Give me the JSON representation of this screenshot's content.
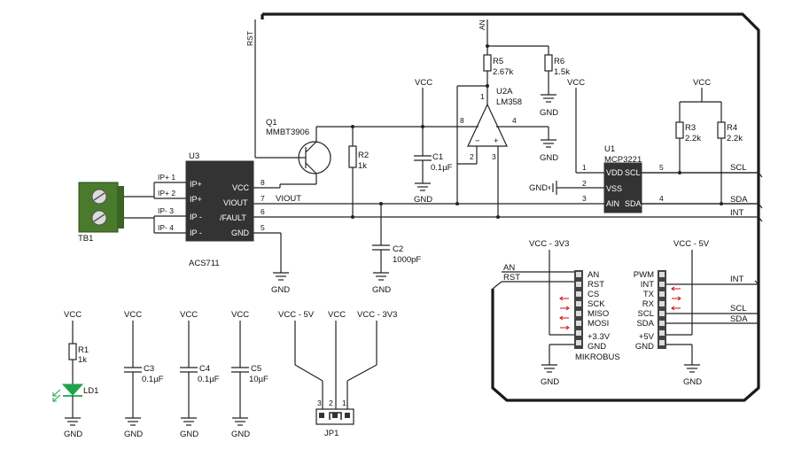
{
  "labels": {
    "rst_top": "RST",
    "an_top": "AN",
    "q1_name": "Q1",
    "q1_part": "MMBT3906",
    "u3_name": "U3",
    "u3_part": "ACS711",
    "u3_pins_left": [
      "IP+",
      "IP+",
      "IP -",
      "IP -"
    ],
    "u3_pins_right": [
      "VCC",
      "VIOUT",
      "/FAULT",
      "GND"
    ],
    "u3_pinnums_left": [
      "1",
      "2",
      "3",
      "4"
    ],
    "u3_pinnums_right": [
      "8",
      "7",
      "6",
      "5"
    ],
    "net_ip1": "IP+ 1",
    "net_ip2": "IP+ 2",
    "net_ip3": "IP- 3",
    "net_ip4": "IP- 4",
    "viout": "VIOUT",
    "tb1": "TB1",
    "r2": "R2",
    "r2_val": "1k",
    "c1": "C1",
    "c1_val": "0.1µF",
    "c2": "C2",
    "c2_val": "1000pF",
    "r5": "R5",
    "r5_val": "2.67k",
    "r6": "R6",
    "r6_val": "1.5k",
    "u2a": "U2A",
    "u2a_part": "LM358",
    "op_pin8": "8",
    "op_pin4": "4",
    "op_pin1": "1",
    "op_pin2": "2",
    "op_pin3": "3",
    "u1_name": "U1",
    "u1_part": "MCP3221",
    "u1_pins_left": [
      "VDD",
      "VSS",
      "AIN"
    ],
    "u1_pins_right": [
      "SCL",
      "SDA"
    ],
    "u1_pinnums_left": [
      "1",
      "2",
      "3"
    ],
    "u1_pinnums_right": [
      "5",
      "4"
    ],
    "r3": "R3",
    "r3_val": "2.2k",
    "r4": "R4",
    "r4_val": "2.2k",
    "scl": "SCL",
    "sda": "SDA",
    "int": "INT",
    "vcc": "VCC",
    "gnd": "GND",
    "vcc_3v3": "VCC - 3V3",
    "vcc_5v": "VCC - 5V",
    "an": "AN",
    "rst": "RST",
    "mikro_left": [
      "AN",
      "RST",
      "CS",
      "SCK",
      "MISO",
      "MOSI",
      "+3.3V",
      "GND"
    ],
    "mikro_right": [
      "PWM",
      "INT",
      "TX",
      "RX",
      "SCL",
      "SDA",
      "+5V",
      "GND"
    ],
    "mikrobus": "MIKROBUS",
    "r1": "R1",
    "r1_val": "1k",
    "ld1": "LD1",
    "c3": "C3",
    "c3_val": "0.1µF",
    "c4": "C4",
    "c4_val": "0.1µF",
    "c5": "C5",
    "c5_val": "10µF",
    "jp1": "JP1",
    "jp_pins": [
      "3",
      "2",
      "1"
    ]
  },
  "colors": {
    "wire": "#222222",
    "chip": "#333333",
    "terminal_block": "#4a7a2c",
    "led": "#1fa34a",
    "arrows": "#cc1111"
  }
}
